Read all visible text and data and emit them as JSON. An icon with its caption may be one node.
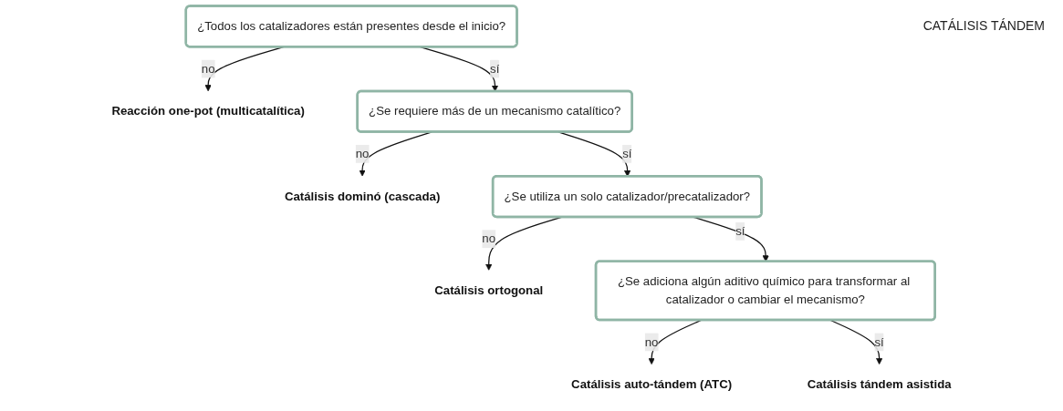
{
  "diagram": {
    "nodes": [
      {
        "text": [
          "¿Todos los catalizadores están presentes desde el inicio?"
        ]
      },
      {
        "text": [
          "Reacción one-pot (multicatalítica)"
        ]
      },
      {
        "text": [
          "¿Se requiere más de un mecanismo catalítico?"
        ]
      },
      {
        "text": [
          "Catálisis dominó (cascada)"
        ]
      },
      {
        "text": [
          "¿Se utiliza un solo catalizador/precatalizador?"
        ]
      },
      {
        "text": [
          "Catálisis ortogonal"
        ]
      },
      {
        "text": [
          "¿Se adiciona algún aditivo químico para transformar al catalizador o cambiar el mecanismo?"
        ]
      },
      {
        "text": [
          "Catálisis auto-tándem (ATC)"
        ]
      },
      {
        "text": [
          "Catálisis tándem asistida"
        ]
      }
    ],
    "edges": [
      {
        "from": 0,
        "to": 1,
        "arrow": "to",
        "label": "no"
      },
      {
        "from": 0,
        "to": 2,
        "arrow": "to",
        "label": "sí"
      },
      {
        "from": 2,
        "to": 3,
        "arrow": "to",
        "label": "no"
      },
      {
        "from": 2,
        "to": 4,
        "arrow": "to",
        "label": "sí"
      },
      {
        "from": 4,
        "to": 5,
        "arrow": "to",
        "label": "no"
      },
      {
        "from": 4,
        "to": 6,
        "arrow": "to",
        "label": "sí"
      },
      {
        "from": 6,
        "to": 7,
        "arrow": "to",
        "label": "no"
      },
      {
        "from": 6,
        "to": 8,
        "arrow": "to",
        "label": "sí"
      }
    ],
    "labels": [
      "CATÁLISIS TÁNDEM"
    ]
  }
}
